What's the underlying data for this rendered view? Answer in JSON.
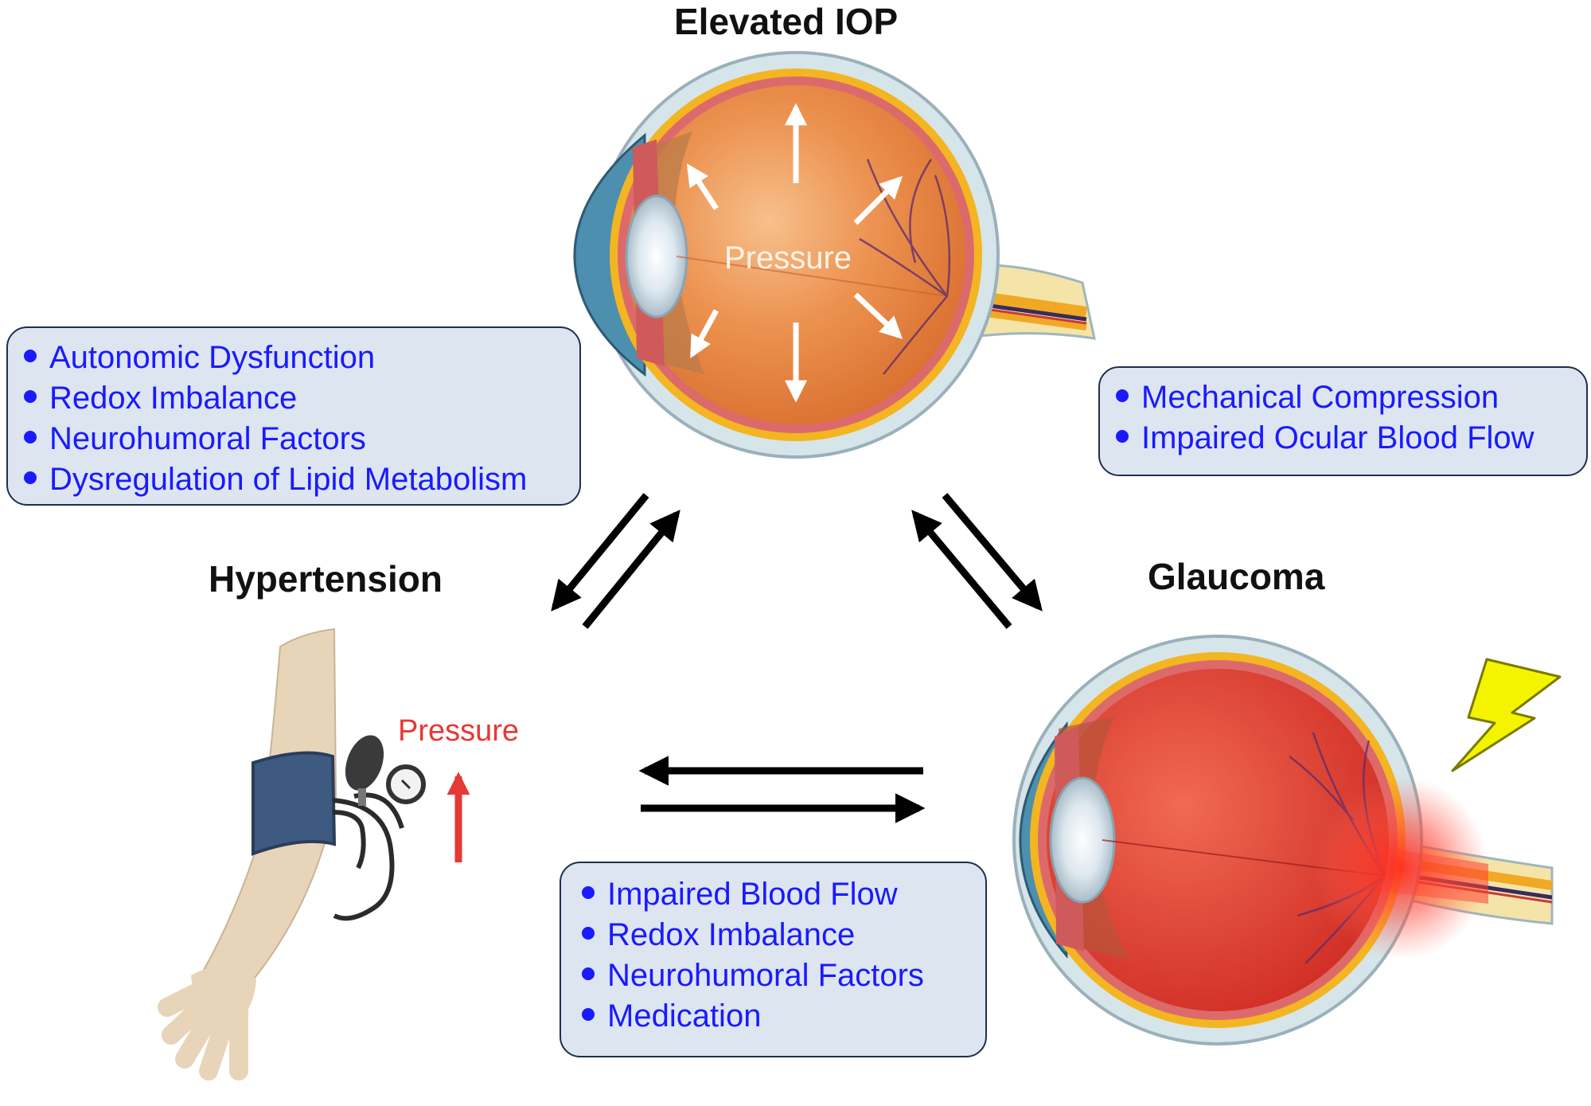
{
  "nodes": {
    "elevated_iop": "Elevated IOP",
    "hypertension": "Hypertension",
    "glaucoma": "Glaucoma"
  },
  "illustrations": {
    "eye_pressure_label": "Pressure",
    "arm_pressure_label": "Pressure"
  },
  "boxes": {
    "hypertension_to_iop": [
      "Autonomic Dysfunction",
      "Redox Imbalance",
      "Neurohumoral Factors",
      "Dysregulation of Lipid Metabolism"
    ],
    "iop_to_glaucoma": [
      "Mechanical Compression",
      "Impaired Ocular Blood Flow"
    ],
    "hypertension_to_glaucoma": [
      "Impaired Blood Flow",
      "Redox Imbalance",
      "Neurohumoral Factors",
      "Medication"
    ]
  },
  "colors": {
    "box_fill": "#dde5f1",
    "box_border": "#1f2f4d",
    "factor_text": "#1a1aff",
    "eye_orange": "#e8823f",
    "eye_red": "#e0322a",
    "pressure_red": "#e53935",
    "lightning": "#f4f400"
  }
}
